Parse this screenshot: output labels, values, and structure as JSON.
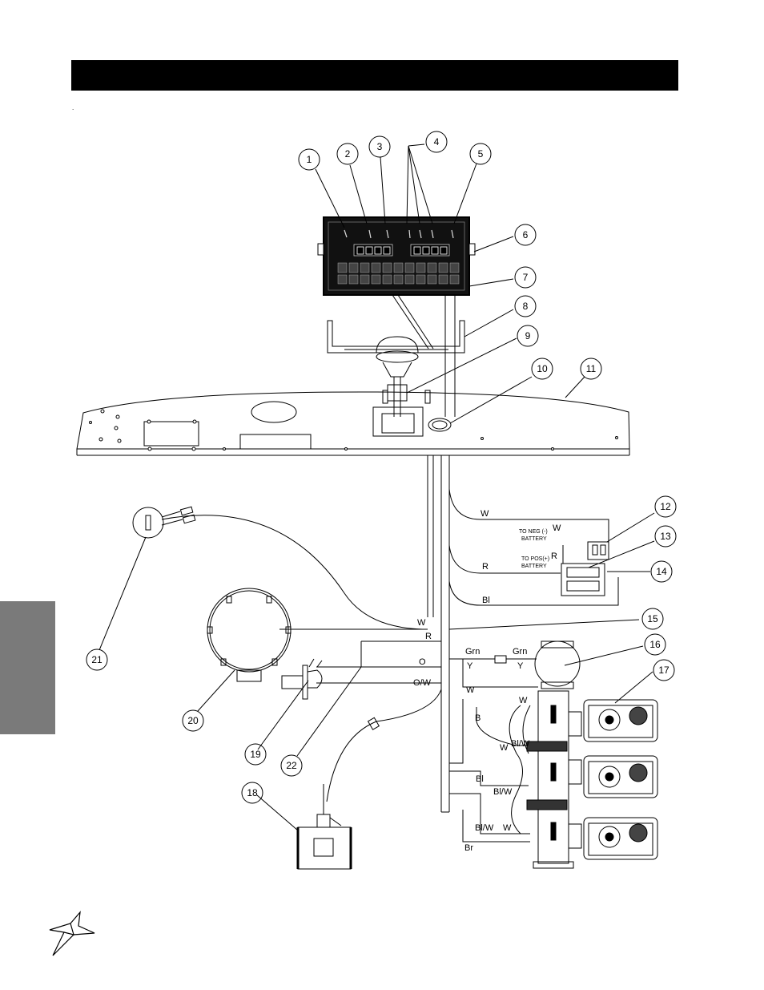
{
  "header": {
    "title": ""
  },
  "page_mark": ".",
  "callouts": [
    "1",
    "2",
    "3",
    "4",
    "5",
    "6",
    "7",
    "8",
    "9",
    "10",
    "11",
    "12",
    "13",
    "14",
    "15",
    "16",
    "17",
    "18",
    "19",
    "20",
    "21",
    "22"
  ],
  "wire_labels": {
    "w_top": "W",
    "to_neg": "TO NEG (-)",
    "battery_neg": "BATTERY",
    "w_neg": "W",
    "to_pos": "TO POS(+)",
    "battery_pos": "BATTERY",
    "r_pos": "R",
    "r_main": "R",
    "bl_main": "Bl",
    "w_horn": "W",
    "r_horn": "R",
    "grn_left": "Grn",
    "grn_right": "Grn",
    "y_left": "Y",
    "y_right": "Y",
    "o": "O",
    "ow": "O/W",
    "w_valve1": "W",
    "w_valve1b": "W",
    "b_valve": "B",
    "w_valve2": "W",
    "blw_1": "Bl/W",
    "bl_valve2": "Bl",
    "blw_2": "Bl/W",
    "blw_3": "Bl/W",
    "w_valve3": "W",
    "br": "Br"
  },
  "colors": {
    "header": "#000000",
    "side_tab": "#7a7a7a",
    "line": "#000000"
  }
}
